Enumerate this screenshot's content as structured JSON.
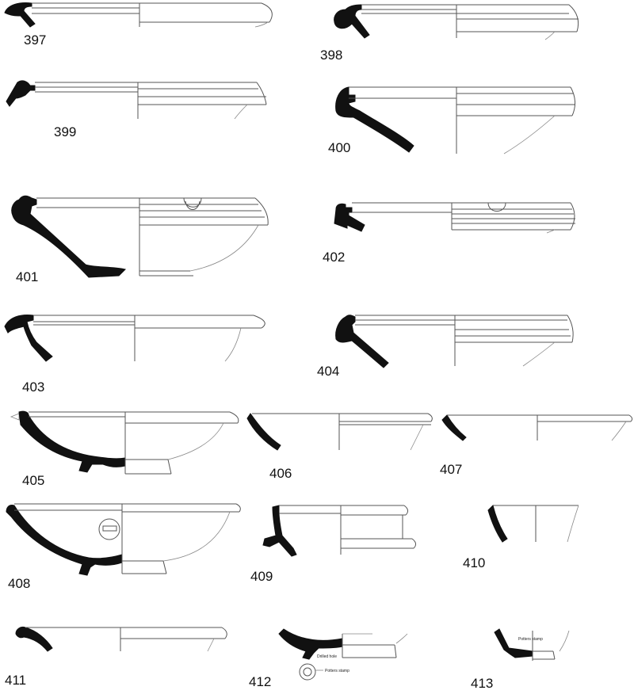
{
  "plate": {
    "title": "",
    "items": [
      {
        "num": "397"
      },
      {
        "num": "398"
      },
      {
        "num": "399"
      },
      {
        "num": "400"
      },
      {
        "num": "401"
      },
      {
        "num": "402"
      },
      {
        "num": "403"
      },
      {
        "num": "404"
      },
      {
        "num": "405"
      },
      {
        "num": "406"
      },
      {
        "num": "407"
      },
      {
        "num": "408"
      },
      {
        "num": "409"
      },
      {
        "num": "410"
      },
      {
        "num": "411"
      },
      {
        "num": "412"
      },
      {
        "num": "413"
      }
    ],
    "annotations": {
      "drilled_hole": "Drilled hole",
      "potters_stamp_412": "Potters stamp",
      "potters_stamp_413": "Potters stamp"
    },
    "colors": {
      "section": "#111111",
      "outline": "#555555",
      "background": "#ffffff"
    }
  }
}
